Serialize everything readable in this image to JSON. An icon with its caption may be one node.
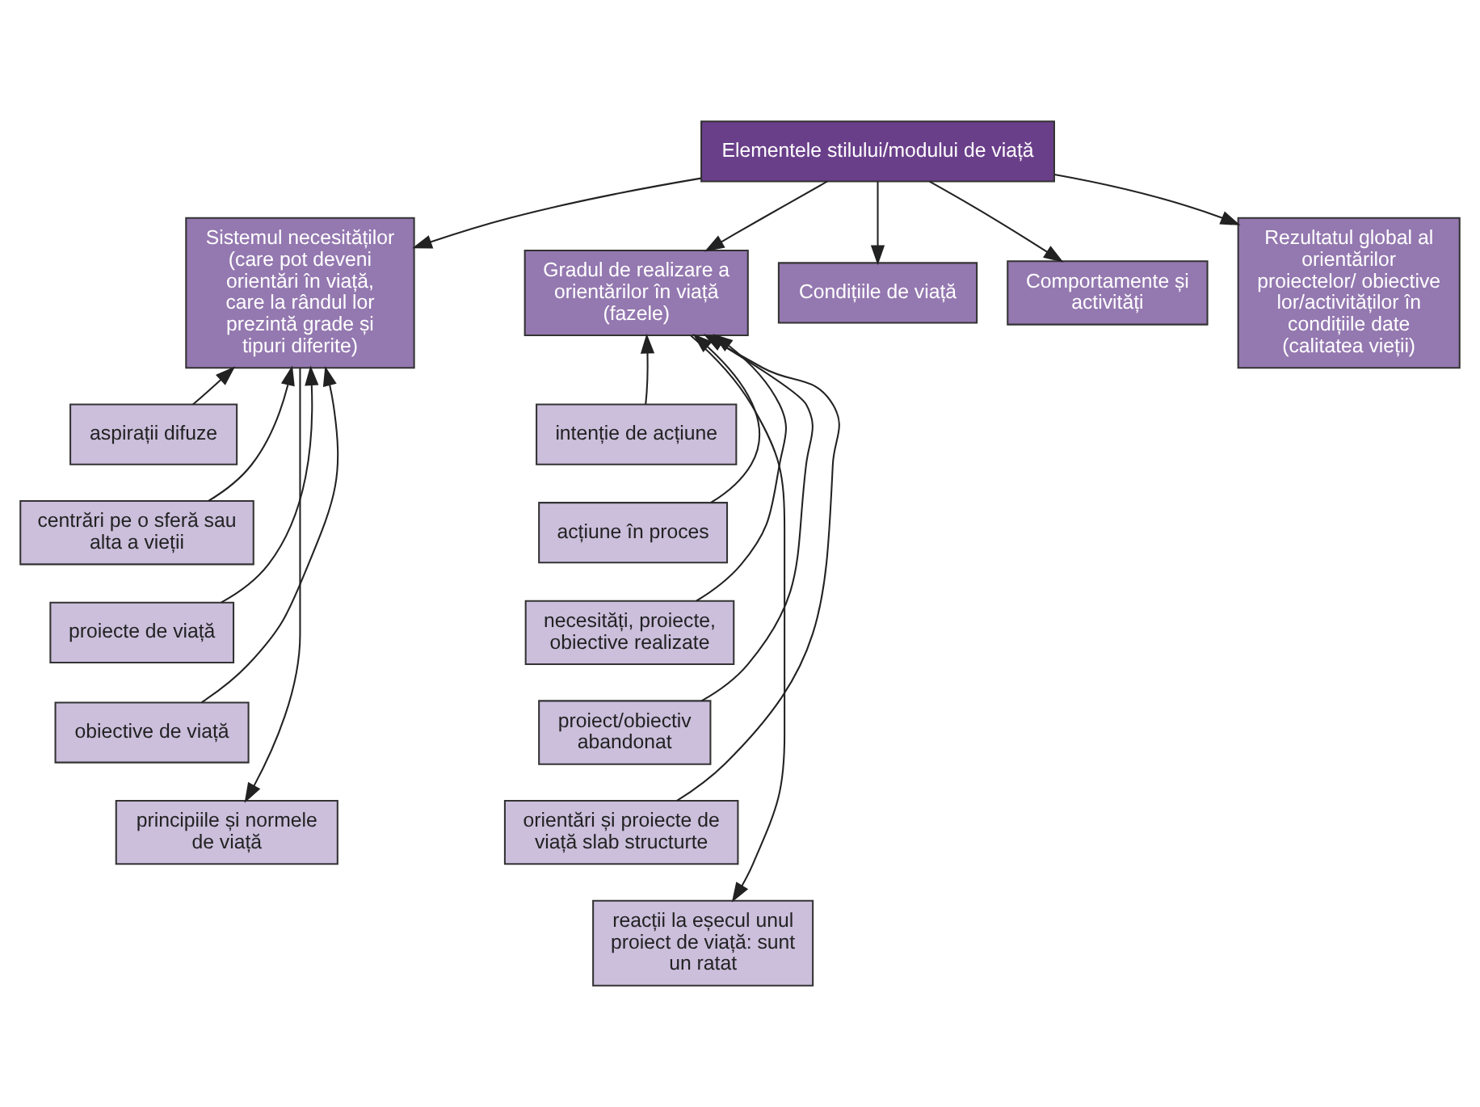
{
  "diagram": {
    "nodes": [
      {
        "text": [
          "Elementele stilului/modului de viață"
        ]
      },
      {
        "text": [
          "Sistemul necesităților (care pot deveni orientări în viață, care la rândul lor prezintă grade și tipuri diferite)"
        ]
      },
      {
        "text": [
          "Gradul de realizare a orientărilor în viață (fazele)"
        ]
      },
      {
        "text": [
          "Condițiile de viață"
        ]
      },
      {
        "text": [
          "Comportamente și activități"
        ]
      },
      {
        "text": [
          "Rezultatul global al orientărilor proiectelor/ obiectivelor/activităților în condițiile date (calitatea vieții)"
        ]
      },
      {
        "text": [
          "aspirații difuze"
        ]
      },
      {
        "text": [
          "centrări pe o sferă sau alta a vieții"
        ]
      },
      {
        "text": [
          "proiecte de viață"
        ]
      },
      {
        "text": [
          "obiective de viață"
        ]
      },
      {
        "text": [
          "principiile și normele de viață"
        ]
      },
      {
        "text": [
          "intenție de acțiune"
        ]
      },
      {
        "text": [
          "acțiune în proces"
        ]
      },
      {
        "text": [
          "necesități, proiecte, obiective realizate"
        ]
      },
      {
        "text": [
          "proiect/obiectiv abandonat"
        ]
      },
      {
        "text": [
          "orientări și proiecte de viață slab structurte"
        ]
      },
      {
        "text": [
          "reacții la eșecul unul proiect de viață: sunt un ratat"
        ]
      }
    ],
    "edges": [
      {
        "from": 0,
        "to": 1,
        "arrow": "to"
      },
      {
        "from": 0,
        "to": 2,
        "arrow": "to"
      },
      {
        "from": 0,
        "to": 3,
        "arrow": "to"
      },
      {
        "from": 0,
        "to": 4,
        "arrow": "to"
      },
      {
        "from": 0,
        "to": 5,
        "arrow": "to"
      },
      {
        "from": 6,
        "to": 1,
        "arrow": "to"
      },
      {
        "from": 7,
        "to": 1,
        "arrow": "to"
      },
      {
        "from": 8,
        "to": 1,
        "arrow": "to"
      },
      {
        "from": 9,
        "to": 1,
        "arrow": "to"
      },
      {
        "from": 1,
        "to": 10,
        "arrow": "to"
      },
      {
        "from": 11,
        "to": 2,
        "arrow": "to"
      },
      {
        "from": 12,
        "to": 2,
        "arrow": "to"
      },
      {
        "from": 13,
        "to": 2,
        "arrow": "to"
      },
      {
        "from": 14,
        "to": 2,
        "arrow": "to"
      },
      {
        "from": 15,
        "to": 2,
        "arrow": "to"
      },
      {
        "from": 2,
        "to": 16,
        "arrow": "to"
      }
    ]
  }
}
